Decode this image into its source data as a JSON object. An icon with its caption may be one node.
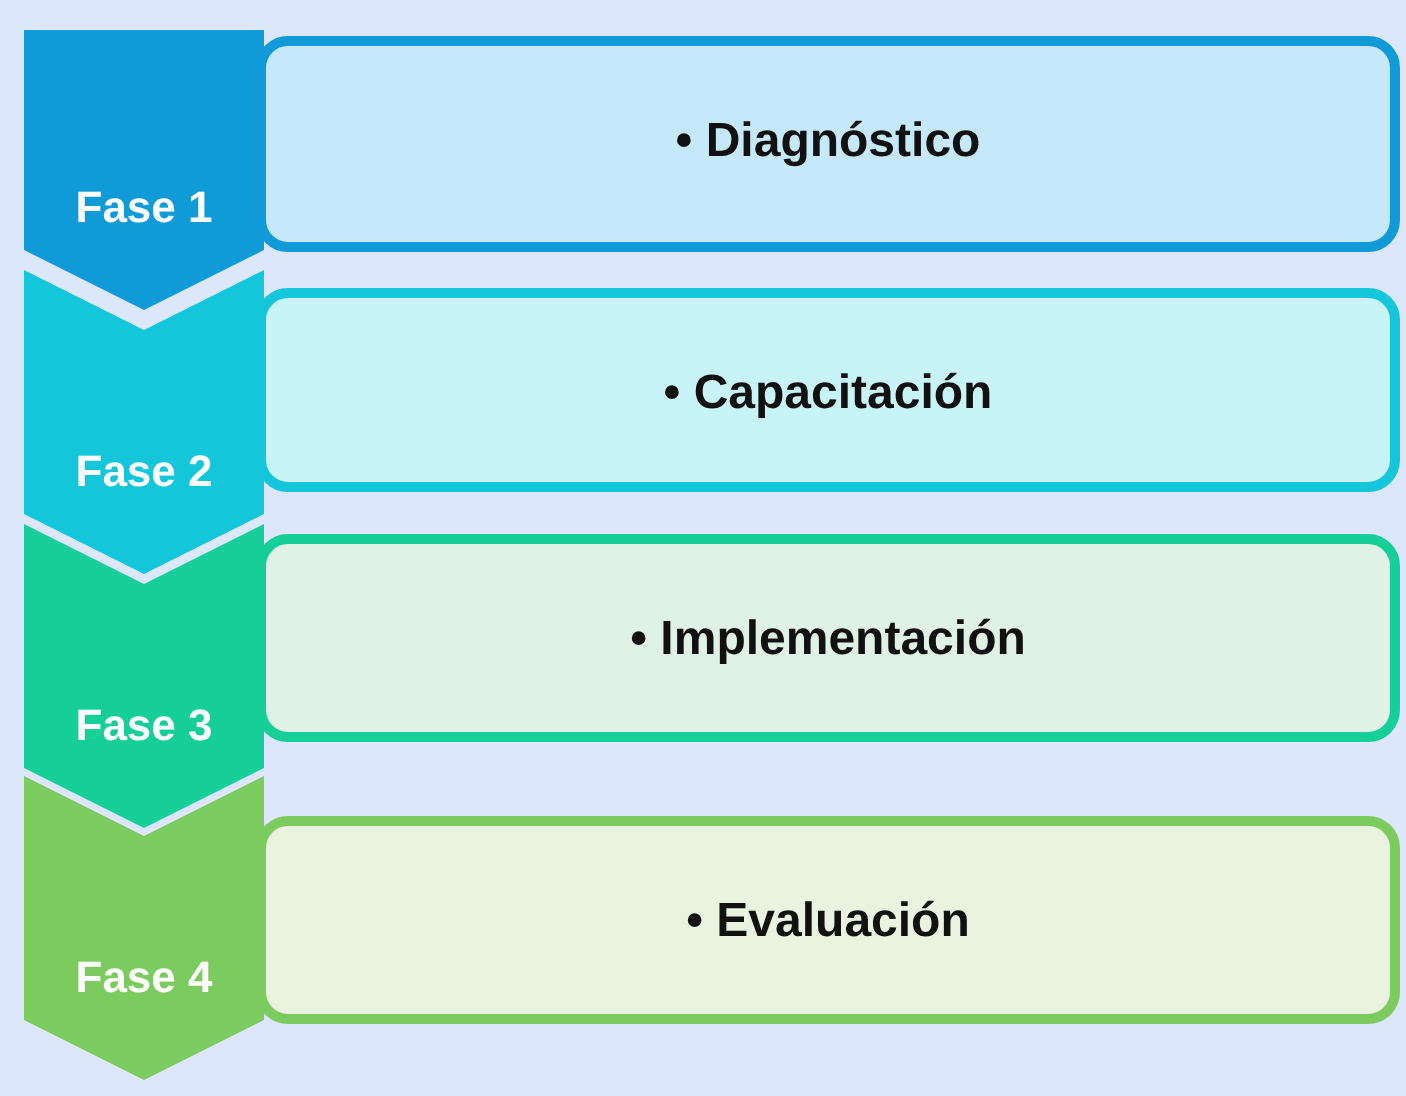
{
  "diagram": {
    "nodes": [
      {
        "text": [
          "Fase 1"
        ]
      },
      {
        "text": [
          "• Diagnóstico"
        ]
      },
      {
        "text": [
          "Fase 2"
        ]
      },
      {
        "text": [
          "• Capacitación"
        ]
      },
      {
        "text": [
          "Fase 3"
        ]
      },
      {
        "text": [
          "• Implementación"
        ]
      },
      {
        "text": [
          "Fase 4"
        ]
      },
      {
        "text": [
          "• Evaluación"
        ]
      }
    ],
    "edges": []
  }
}
